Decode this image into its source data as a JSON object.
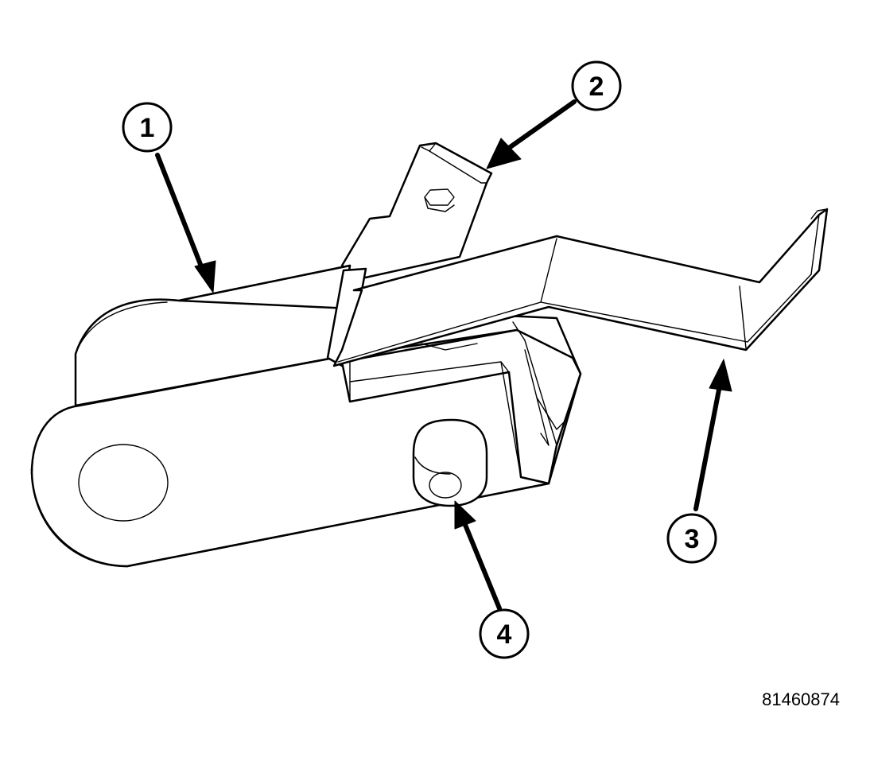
{
  "diagram": {
    "callouts": [
      {
        "id": "1",
        "label": "1"
      },
      {
        "id": "2",
        "label": "2"
      },
      {
        "id": "3",
        "label": "3"
      },
      {
        "id": "4",
        "label": "4"
      }
    ],
    "figure_number": "81460874",
    "colors": {
      "line": "#000000",
      "fill": "#ffffff"
    }
  }
}
